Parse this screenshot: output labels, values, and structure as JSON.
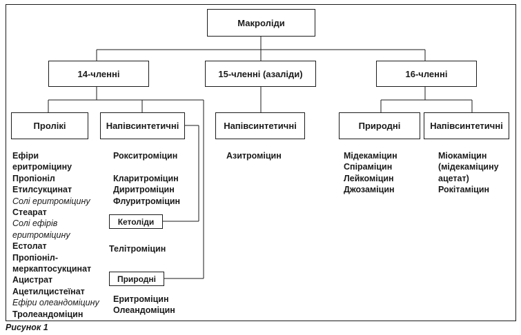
{
  "root": "Макроліди",
  "groups": {
    "g14": "14-членні",
    "g15": "15-членні (азаліди)",
    "g16": "16-членні"
  },
  "subgroups": {
    "proliky": "Пролікі",
    "semi14": "Напівсинтетичні",
    "semi15": "Напівсинтетичні",
    "natural16": "Природні",
    "semi16": "Напівсинтетичні",
    "ketolides": "Кетоліди",
    "natural14": "Природні"
  },
  "lists": {
    "proliky": [
      {
        "text": "Ефіри",
        "style": "b"
      },
      {
        "text": "еритроміцину",
        "style": "b"
      },
      {
        "text": "Пропіоніл",
        "style": "b"
      },
      {
        "text": "Етилсукцинат",
        "style": "b"
      },
      {
        "text": "Солі еритроміцину",
        "style": "i"
      },
      {
        "text": "Стеарат",
        "style": "b"
      },
      {
        "text": "Солі ефірів",
        "style": "i"
      },
      {
        "text": "еритроміцину",
        "style": "i"
      },
      {
        "text": "Естолат",
        "style": "b"
      },
      {
        "text": "Пропіоніл-",
        "style": "b"
      },
      {
        "text": "меркаптосукцинат",
        "style": "b"
      },
      {
        "text": "Ацистрат",
        "style": "b"
      },
      {
        "text": "Ацетилцистеїнат",
        "style": "b"
      },
      {
        "text": "Ефіри олеандоміцину",
        "style": "i"
      },
      {
        "text": "Тролеандоміцин",
        "style": "b"
      }
    ],
    "semi14_top": [
      "Рокситроміцин"
    ],
    "semi14_mid": [
      "Кларитроміцин",
      "Диритроміцин",
      "Флуритроміцин"
    ],
    "ketolides": [
      "Телітроміцин"
    ],
    "natural14": [
      "Еритроміцин",
      "Олеандоміцин"
    ],
    "semi15": [
      "Азитроміцин"
    ],
    "natural16": [
      "Мідекаміцин",
      "Спіраміцин",
      "Лейкоміцин",
      "Джозаміцин"
    ],
    "semi16": [
      "Міокаміцин",
      "(мідекаміцину",
      "ацетат)",
      "Рокітаміцин"
    ]
  },
  "caption": "Рисунок 1"
}
